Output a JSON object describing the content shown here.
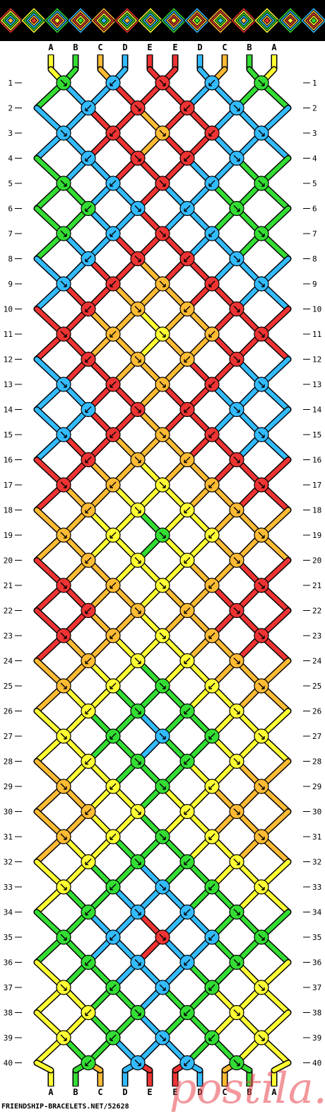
{
  "colors": {
    "A": "#ffff33",
    "B": "#33dd33",
    "C": "#ffbb33",
    "D": "#33bbff",
    "E": "#ee3333",
    "outline": "#000000"
  },
  "strands": {
    "top": [
      "A",
      "B",
      "C",
      "D",
      "E",
      "E",
      "D",
      "C",
      "B",
      "A"
    ],
    "bottom": [
      "A",
      "B",
      "C",
      "D",
      "E",
      "E",
      "D",
      "C",
      "B",
      "A"
    ]
  },
  "rows": {
    "count": 40,
    "labels": [
      "1",
      "2",
      "3",
      "4",
      "5",
      "6",
      "7",
      "8",
      "9",
      "10",
      "11",
      "12",
      "13",
      "14",
      "15",
      "16",
      "17",
      "18",
      "19",
      "20",
      "21",
      "22",
      "23",
      "24",
      "25",
      "26",
      "27",
      "28",
      "29",
      "30",
      "31",
      "32",
      "33",
      "34",
      "35",
      "36",
      "37",
      "38",
      "39",
      "40"
    ]
  },
  "knot_colors": [
    [
      "B",
      "D",
      "E",
      "D",
      "B"
    ],
    [
      "D",
      "E",
      "E",
      "D"
    ],
    [
      "D",
      "E",
      "C",
      "E",
      "D"
    ],
    [
      "D",
      "E",
      "E",
      "D"
    ],
    [
      "B",
      "D",
      "E",
      "D",
      "B"
    ],
    [
      "B",
      "D",
      "D",
      "B"
    ],
    [
      "B",
      "D",
      "E",
      "D",
      "B"
    ],
    [
      "D",
      "E",
      "E",
      "D"
    ],
    [
      "D",
      "E",
      "C",
      "E",
      "D"
    ],
    [
      "E",
      "C",
      "C",
      "E"
    ],
    [
      "E",
      "C",
      "A",
      "C",
      "E"
    ],
    [
      "E",
      "C",
      "C",
      "E"
    ],
    [
      "D",
      "E",
      "C",
      "E",
      "D"
    ],
    [
      "D",
      "E",
      "E",
      "D"
    ],
    [
      "D",
      "E",
      "C",
      "E",
      "D"
    ],
    [
      "E",
      "C",
      "C",
      "E"
    ],
    [
      "E",
      "C",
      "A",
      "C",
      "E"
    ],
    [
      "C",
      "A",
      "A",
      "C"
    ],
    [
      "C",
      "A",
      "B",
      "A",
      "C"
    ],
    [
      "C",
      "A",
      "A",
      "C"
    ],
    [
      "E",
      "C",
      "A",
      "C",
      "E"
    ],
    [
      "E",
      "C",
      "C",
      "E"
    ],
    [
      "E",
      "C",
      "A",
      "C",
      "E"
    ],
    [
      "C",
      "A",
      "A",
      "C"
    ],
    [
      "C",
      "A",
      "B",
      "A",
      "C"
    ],
    [
      "A",
      "B",
      "B",
      "A"
    ],
    [
      "A",
      "B",
      "D",
      "B",
      "A"
    ],
    [
      "A",
      "B",
      "B",
      "A"
    ],
    [
      "C",
      "A",
      "B",
      "A",
      "C"
    ],
    [
      "C",
      "A",
      "A",
      "C"
    ],
    [
      "C",
      "A",
      "B",
      "A",
      "C"
    ],
    [
      "A",
      "B",
      "B",
      "A"
    ],
    [
      "A",
      "B",
      "D",
      "B",
      "A"
    ],
    [
      "B",
      "D",
      "D",
      "B"
    ],
    [
      "B",
      "D",
      "E",
      "D",
      "B"
    ],
    [
      "B",
      "D",
      "D",
      "B"
    ],
    [
      "A",
      "B",
      "D",
      "B",
      "A"
    ],
    [
      "A",
      "B",
      "B",
      "A"
    ],
    [
      "A",
      "B",
      "D",
      "B",
      "A"
    ],
    [
      "B",
      "D",
      "D",
      "B"
    ]
  ],
  "preview_colors": [
    "E",
    "A",
    "B",
    "D",
    "C"
  ],
  "footer": "FRIENDSHIP-BRACELETS.NET/52628",
  "watermark": "postila.ru"
}
